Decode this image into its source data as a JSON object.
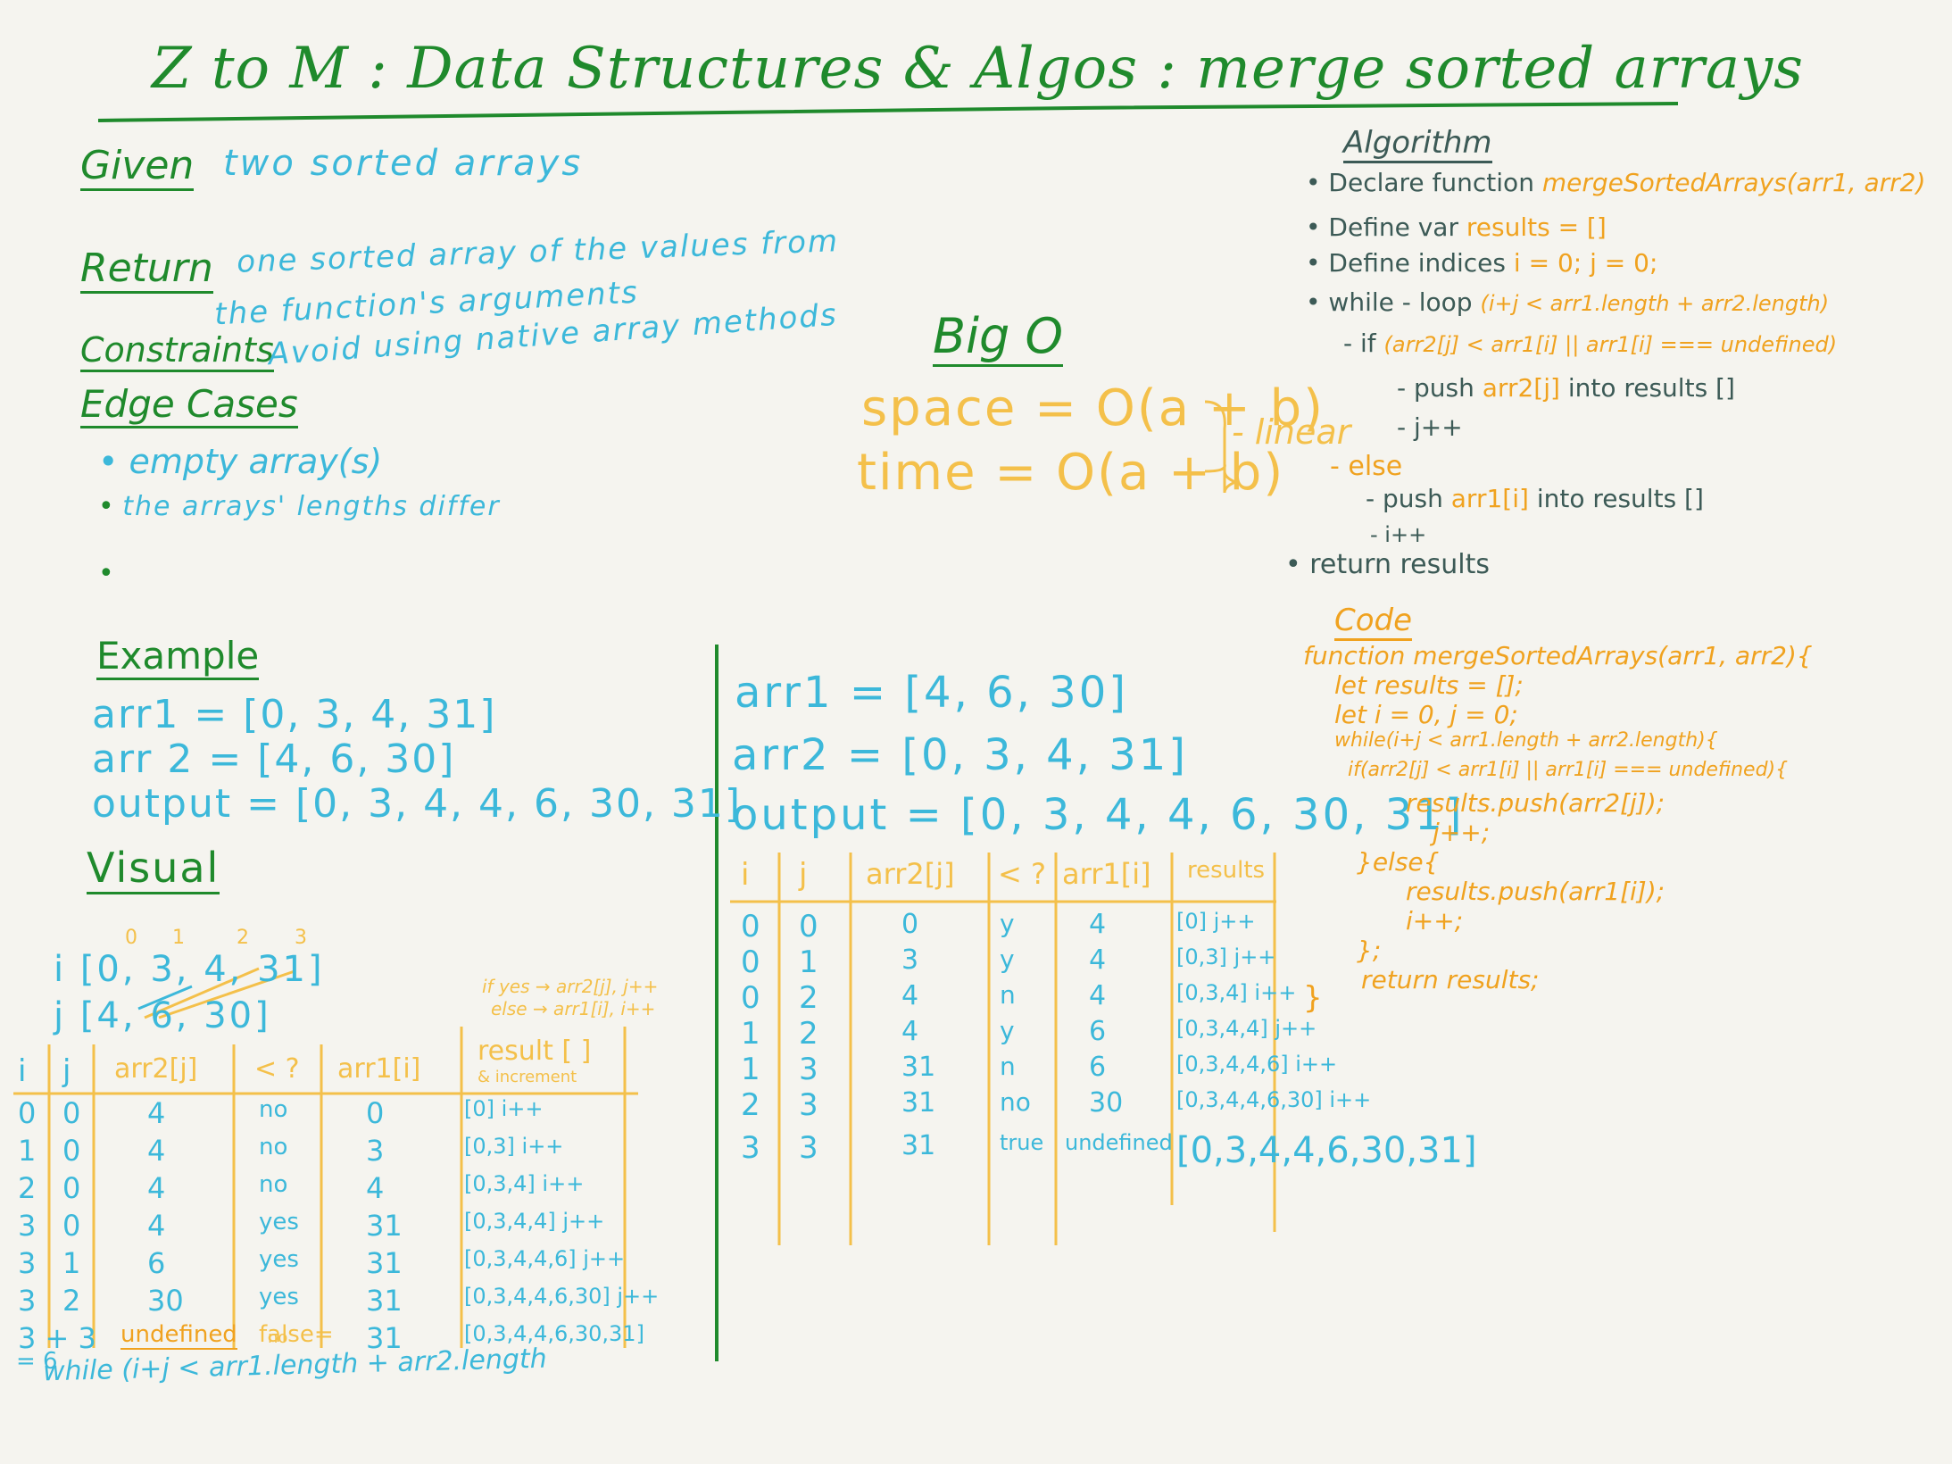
{
  "title": "Z to M : Data Structures & Algos : merge sorted arrays",
  "problem": {
    "given_label": "Given",
    "given_text": "two sorted arrays",
    "return_label": "Return",
    "return_text_1": "one sorted array of the values from",
    "return_text_2": "the function's arguments",
    "constraints_label": "Constraints",
    "constraints_text": "Avoid using native array methods",
    "edge_label": "Edge Cases",
    "edge_items": [
      "empty array(s)",
      "the arrays' lengths differ",
      ""
    ]
  },
  "bigo": {
    "label": "Big O",
    "space": "space = O(a + b)",
    "time": "time = O(a + b)",
    "note": "linear"
  },
  "example": {
    "label": "Example",
    "arr1": "arr1 = [0, 3, 4, 31]",
    "arr2": "arr 2 = [4, 6, 30]",
    "output": "output = [0, 3, 4, 4, 6, 30, 31]"
  },
  "visual": {
    "label": "Visual",
    "indices": [
      "0",
      "1",
      "2",
      "3"
    ],
    "i_row": "i [0, 3, 4, 31]",
    "j_row": "j [4, 6, 30]",
    "note_1": "if yes → arr2[j], j++",
    "note_2": "else → arr1[i], i++",
    "headers": [
      "i",
      "j",
      "arr2[j]",
      "< ?",
      "arr1[i]",
      "result [ ]"
    ],
    "header_sub": "& increment",
    "rows": [
      [
        "0",
        "0",
        "4",
        "no",
        "0",
        "[0] i++"
      ],
      [
        "1",
        "0",
        "4",
        "no",
        "3",
        "[0,3] i++"
      ],
      [
        "2",
        "0",
        "4",
        "no",
        "4",
        "[0,3,4] i++"
      ],
      [
        "3",
        "0",
        "4",
        "yes",
        "31",
        "[0,3,4,4] j++"
      ],
      [
        "3",
        "1",
        "6",
        "yes",
        "31",
        "[0,3,4,4,6] j++"
      ],
      [
        "3",
        "2",
        "30",
        "yes",
        "31",
        "[0,3,4,4,6,30] j++"
      ],
      [
        "3 + 3",
        "",
        "undefined",
        "false=",
        "31",
        "[0,3,4,4,6,30,31]"
      ]
    ],
    "sum": "= 6",
    "false_sub": "no",
    "loop_note": "while (i+j < arr1.length + arr2.length"
  },
  "example2": {
    "arr1": "arr1 = [4, 6, 30]",
    "arr2": "arr2 = [0, 3, 4, 31]",
    "output": "output = [0, 3, 4, 4, 6, 30, 31]",
    "headers": [
      "i",
      "j",
      "arr2[j]",
      "< ?",
      "arr1[i]",
      "results"
    ],
    "rows": [
      [
        "0",
        "0",
        "0",
        "y",
        "4",
        "[0] j++"
      ],
      [
        "0",
        "1",
        "3",
        "y",
        "4",
        "[0,3] j++"
      ],
      [
        "0",
        "2",
        "4",
        "n",
        "4",
        "[0,3,4] i++"
      ],
      [
        "1",
        "2",
        "4",
        "y",
        "6",
        "[0,3,4,4] j++"
      ],
      [
        "1",
        "3",
        "31",
        "n",
        "6",
        "[0,3,4,4,6] i++"
      ],
      [
        "2",
        "3",
        "31",
        "no",
        "30",
        "[0,3,4,4,6,30] i++"
      ],
      [
        "3",
        "3",
        "31",
        "true",
        "undefined",
        "[0,3,4,4,6,30,31]"
      ]
    ]
  },
  "algorithm": {
    "label": "Algorithm",
    "l1a": "• Declare function",
    "l1b": "mergeSortedArrays(arr1, arr2)",
    "l2a": "• Define var",
    "l2b": "results = []",
    "l3a": "• Define indices",
    "l3b": "i = 0; j = 0;",
    "l4a": "• while - loop",
    "l4b": "(i+j < arr1.length + arr2.length)",
    "l5a": "- if",
    "l5b": "(arr2[j] < arr1[i] || arr1[i] === undefined)",
    "l6a": "- push",
    "l6b": "arr2[j]",
    "l6c": "into results []",
    "l7": "- j++",
    "l8": "- else",
    "l9a": "- push",
    "l9b": "arr1[i]",
    "l9c": "into results []",
    "l10": "- i++",
    "l11": "• return results"
  },
  "code": {
    "label": "Code",
    "lines": [
      "function mergeSortedArrays(arr1, arr2){",
      "  let results = [];",
      "  let i = 0, j = 0;",
      "  while(i+j < arr1.length + arr2.length){",
      "    if(arr2[j] < arr1[i] || arr1[i] === undefined){",
      "      results.push(arr2[j]);",
      "      j++;",
      "  }else{",
      "      results.push(arr1[i]);",
      "      i++;",
      "  };",
      "  return results;"
    ],
    "closing": "}"
  }
}
